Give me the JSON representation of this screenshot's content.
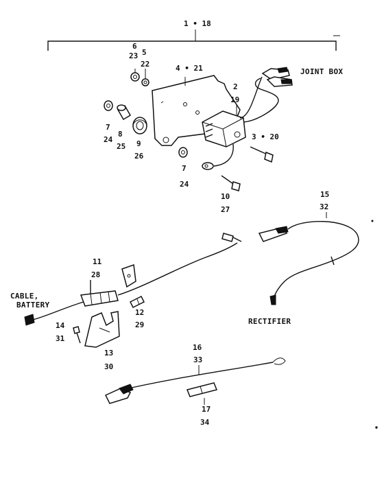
{
  "diagram": {
    "header_label": "1 • 18",
    "callouts": [
      {
        "id": "c6",
        "text": "6"
      },
      {
        "id": "c23",
        "text": "23"
      },
      {
        "id": "c5",
        "text": "5"
      },
      {
        "id": "c22",
        "text": "22"
      },
      {
        "id": "c4_21",
        "text": "4 • 21"
      },
      {
        "id": "c2",
        "text": "2"
      },
      {
        "id": "c19",
        "text": "19"
      },
      {
        "id": "c7a",
        "text": "7"
      },
      {
        "id": "c24a",
        "text": "24"
      },
      {
        "id": "c8",
        "text": "8"
      },
      {
        "id": "c25",
        "text": "25"
      },
      {
        "id": "c9",
        "text": "9"
      },
      {
        "id": "c26",
        "text": "26"
      },
      {
        "id": "c3_20",
        "text": "3 • 20"
      },
      {
        "id": "c7b",
        "text": "7"
      },
      {
        "id": "c24b",
        "text": "24"
      },
      {
        "id": "c10",
        "text": "10"
      },
      {
        "id": "c27",
        "text": "27"
      },
      {
        "id": "c15",
        "text": "15"
      },
      {
        "id": "c32",
        "text": "32"
      },
      {
        "id": "c11",
        "text": "11"
      },
      {
        "id": "c28",
        "text": "28"
      },
      {
        "id": "c12",
        "text": "12"
      },
      {
        "id": "c29",
        "text": "29"
      },
      {
        "id": "c14",
        "text": "14"
      },
      {
        "id": "c31",
        "text": "31"
      },
      {
        "id": "c13",
        "text": "13"
      },
      {
        "id": "c30",
        "text": "30"
      },
      {
        "id": "c16",
        "text": "16"
      },
      {
        "id": "c33",
        "text": "33"
      },
      {
        "id": "c17",
        "text": "17"
      },
      {
        "id": "c34",
        "text": "34"
      }
    ],
    "labels": {
      "joint_box": "JOINT BOX",
      "cable_line1": "CABLE,",
      "cable_line2": "BATTERY",
      "rectifier": "RECTIFIER"
    }
  }
}
